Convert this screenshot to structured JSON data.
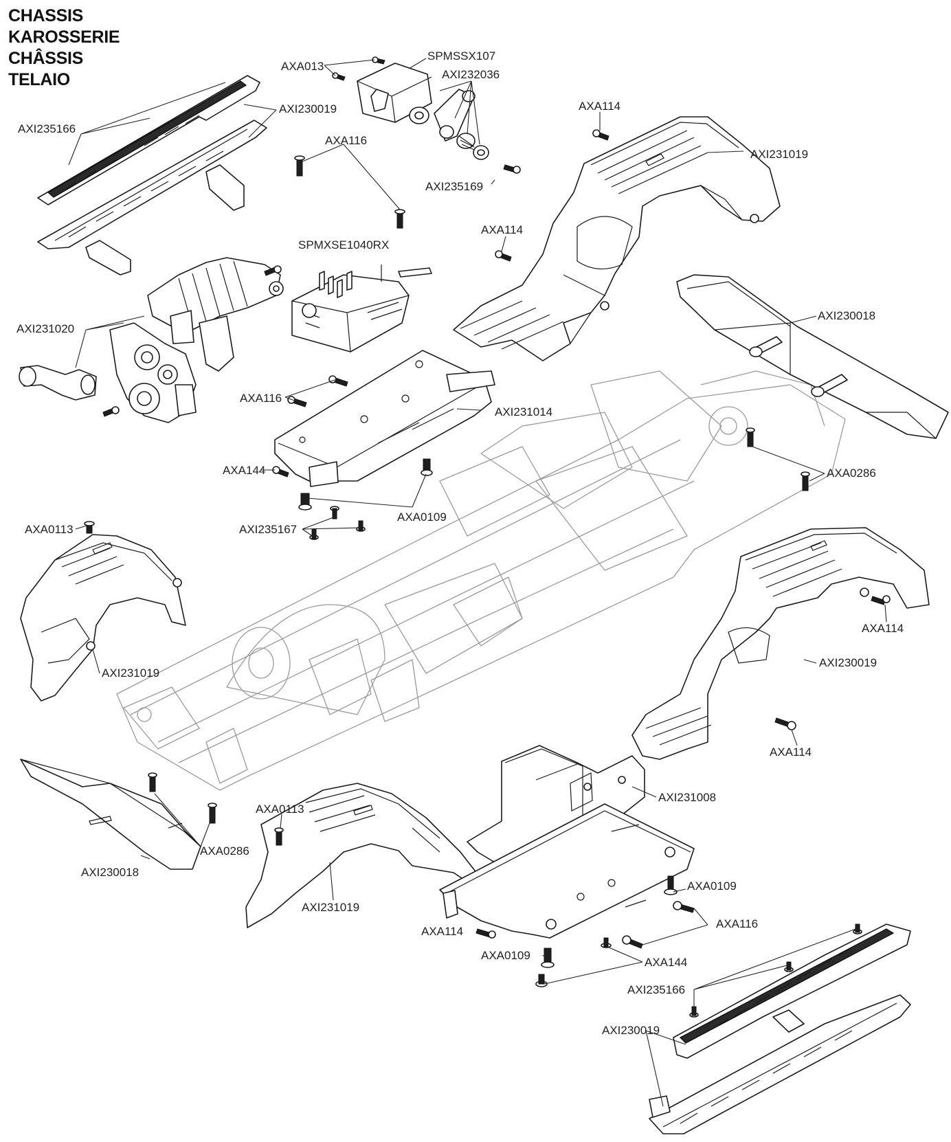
{
  "title": [
    "CHASSIS",
    "KAROSSERIE",
    "CHÂSSIS",
    "TELAIO"
  ],
  "labels": [
    "AXA013",
    "SPMSSX107",
    "AXI232036",
    "AXI230019",
    "AXI235166",
    "AXA116",
    "AXA114",
    "AXI231019",
    "AXI235169",
    "AXA114",
    "SPMXSE1040RX",
    "AXI230018",
    "AXI231020",
    "AXA116",
    "AXI231014",
    "AXA144",
    "AXA0286",
    "AXA0109",
    "AXI235167",
    "AXA0113",
    "AXI231019",
    "AXA114",
    "AXI230019",
    "AXA114",
    "AXI231008",
    "AXA0113",
    "AXA0286",
    "AXI230018",
    "AXI231019",
    "AXA0109",
    "AXA116",
    "AXA114",
    "AXA0109",
    "AXA144",
    "AXI235166",
    "AXI230019"
  ]
}
